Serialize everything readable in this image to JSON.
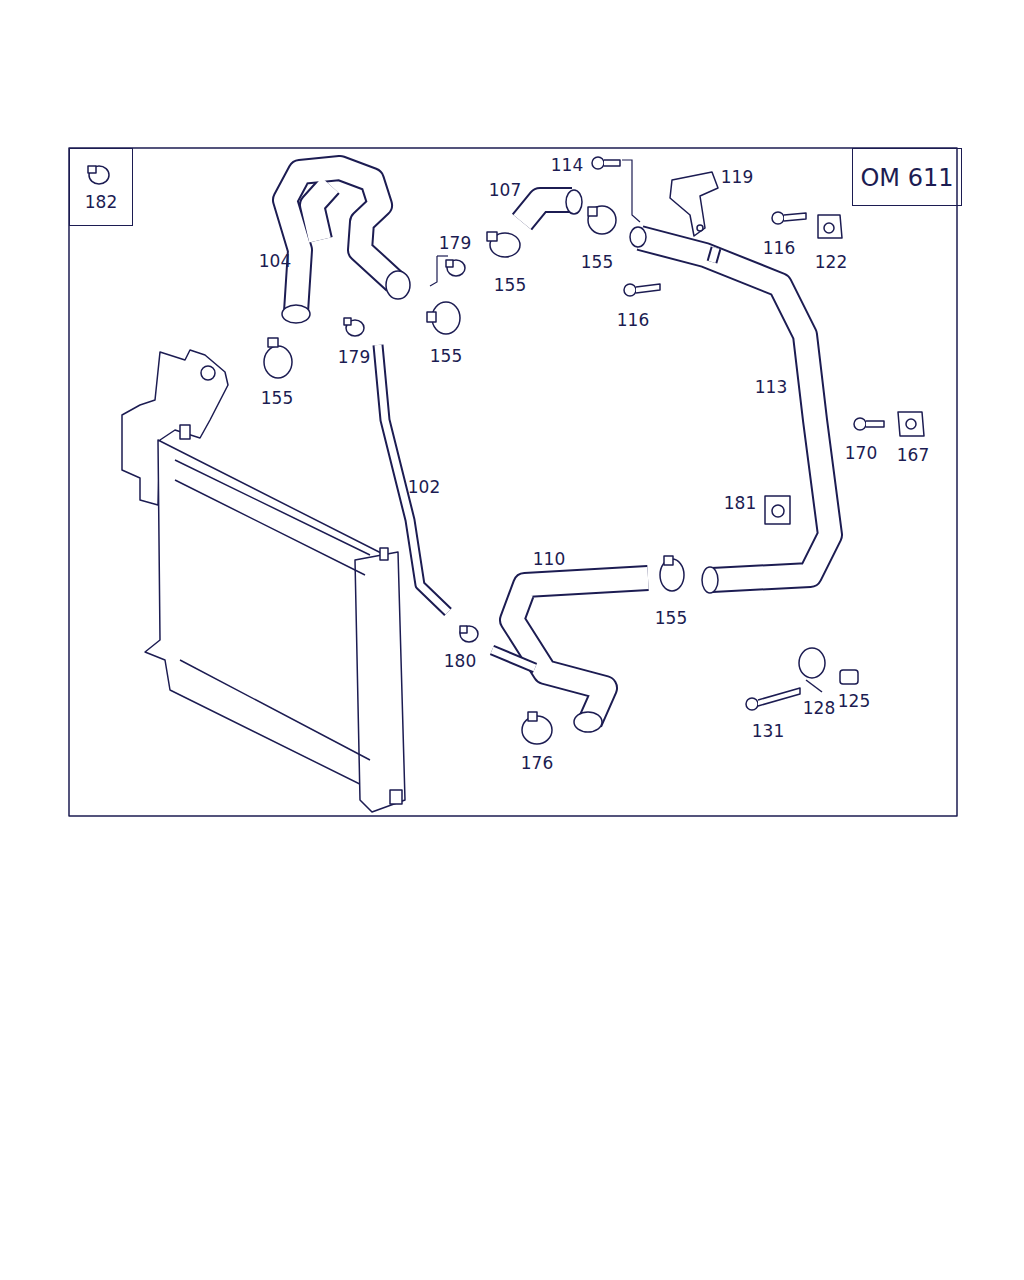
{
  "diagram": {
    "nodes": [
      {
        "text": [
          "182"
        ]
      },
      {
        "text": [
          "OM 611"
        ]
      }
    ],
    "labels": [
      "114",
      "119",
      "107",
      "179",
      "116",
      "104",
      "122",
      "155",
      "155",
      "116",
      "179",
      "155",
      "113",
      "155",
      "170",
      "167",
      "102",
      "181",
      "110",
      "155",
      "180",
      "125",
      "128",
      "131",
      "176"
    ]
  }
}
